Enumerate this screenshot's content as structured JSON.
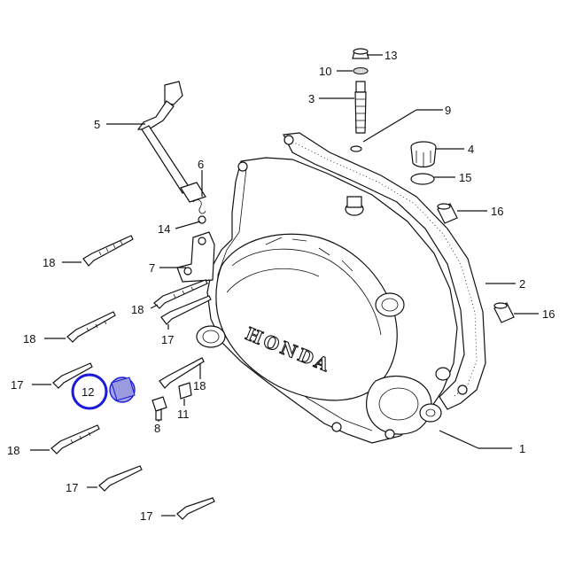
{
  "diagram": {
    "logo_text": "HONDA",
    "highlight_color": "#1a1adb",
    "highlight_fill": "#a6a6e6",
    "highlighted_part": "12",
    "callouts": [
      {
        "id": "c13",
        "text": "13"
      },
      {
        "id": "c10",
        "text": "10"
      },
      {
        "id": "c3",
        "text": "3"
      },
      {
        "id": "c9",
        "text": "9"
      },
      {
        "id": "c5",
        "text": "5"
      },
      {
        "id": "c4",
        "text": "4"
      },
      {
        "id": "c15",
        "text": "15"
      },
      {
        "id": "c6",
        "text": "6"
      },
      {
        "id": "c16a",
        "text": "16"
      },
      {
        "id": "c14",
        "text": "14"
      },
      {
        "id": "c18a",
        "text": "18"
      },
      {
        "id": "c7",
        "text": "7"
      },
      {
        "id": "c2",
        "text": "2"
      },
      {
        "id": "c18b",
        "text": "18"
      },
      {
        "id": "c16b",
        "text": "16"
      },
      {
        "id": "c18c",
        "text": "18"
      },
      {
        "id": "c17a",
        "text": "17"
      },
      {
        "id": "c17b",
        "text": "17"
      },
      {
        "id": "c12",
        "text": "12"
      },
      {
        "id": "c18d",
        "text": "18"
      },
      {
        "id": "c11",
        "text": "11"
      },
      {
        "id": "c8",
        "text": "8"
      },
      {
        "id": "c18e",
        "text": "18"
      },
      {
        "id": "c1",
        "text": "1"
      },
      {
        "id": "c17c",
        "text": "17"
      },
      {
        "id": "c17d",
        "text": "17"
      }
    ]
  }
}
